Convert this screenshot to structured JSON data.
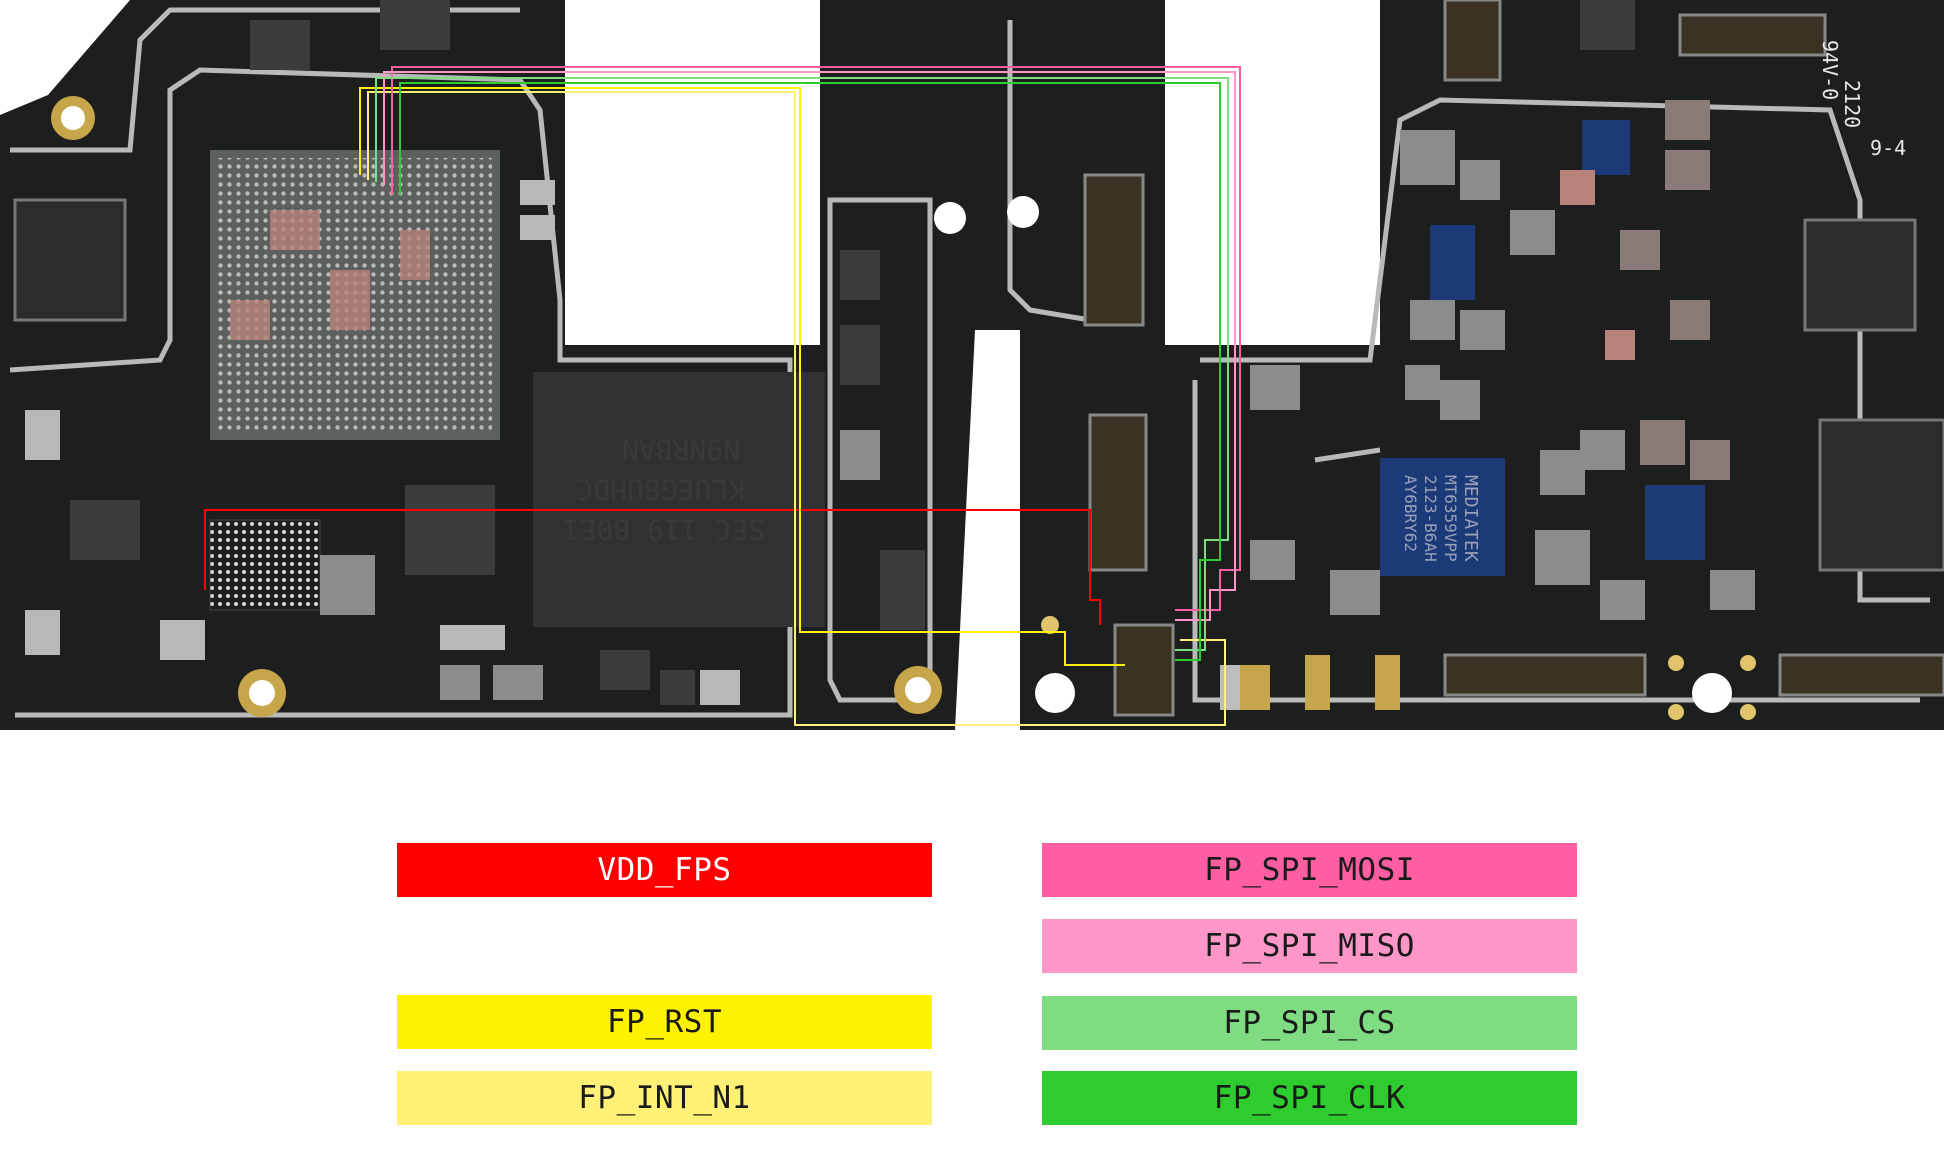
{
  "colors": {
    "board": "#1d1f1e",
    "outline": "#b9b9b9",
    "vdd_fps": "#ff0000",
    "fp_rst": "#fff200",
    "fp_int_n1": "#fff176",
    "fp_spi_mosi": "#ff5fa2",
    "fp_spi_miso": "#ff96c8",
    "fp_spi_cs": "#7fdc82",
    "fp_spi_clk": "#2ecc2e"
  },
  "legend": [
    {
      "label": "VDD_FPS",
      "color": "#ff0000",
      "text": "dark"
    },
    {
      "label": "FP_SPI_MOSI",
      "color": "#ff5fa2",
      "text": "light"
    },
    {
      "label": "FP_SPI_MISO",
      "color": "#ff96c8",
      "text": "light"
    },
    {
      "label": "FP_RST",
      "color": "#fff200",
      "text": "light"
    },
    {
      "label": "FP_SPI_CS",
      "color": "#7fdc82",
      "text": "light"
    },
    {
      "label": "FP_INT_N1",
      "color": "#fff176",
      "text": "light"
    },
    {
      "label": "FP_SPI_CLK",
      "color": "#2ecc2e",
      "text": "light"
    }
  ],
  "chip_labels": {
    "memory_line1": "N9NRBAN",
    "memory_line2": "KLUEG8UHDC",
    "memory_line3": "SEC 119 B0E1",
    "mediatek_line1": "MEDIATEK",
    "mediatek_line2": "MT6359VPP",
    "mediatek_line3": "2123-B6AH",
    "mediatek_line4": "AY6BRY62",
    "board_marking1": "2120",
    "board_marking2": "94V-0",
    "board_marking3": "9-4"
  }
}
